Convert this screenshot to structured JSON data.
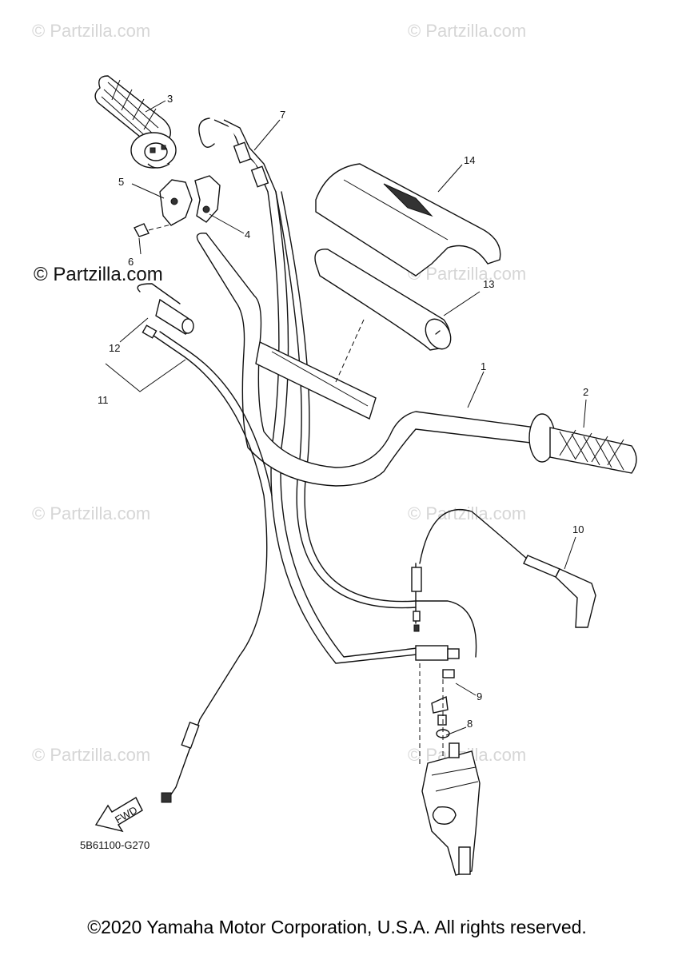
{
  "watermarks": {
    "tl": "© Partzilla.com",
    "tr": "© Partzilla.com",
    "mid_left_strong": "© Partzilla.com",
    "mid_right": "© Partzilla.com",
    "lower_left": "© Partzilla.com",
    "lower_right": "© Partzilla.com",
    "bottom_left": "© Partzilla.com",
    "bottom_right": "© Partzilla.com"
  },
  "callouts": {
    "c1": "1",
    "c2": "2",
    "c3": "3",
    "c4": "4",
    "c5": "5",
    "c6": "6",
    "c7": "7",
    "c8": "8",
    "c9": "9",
    "c10": "10",
    "c11": "11",
    "c12": "12",
    "c13": "13",
    "c14": "14"
  },
  "fwd_label": "FWD",
  "diagram_code": "5B61100-G270",
  "copyright": "©2020 Yamaha Motor Corporation, U.S.A. All rights reserved."
}
